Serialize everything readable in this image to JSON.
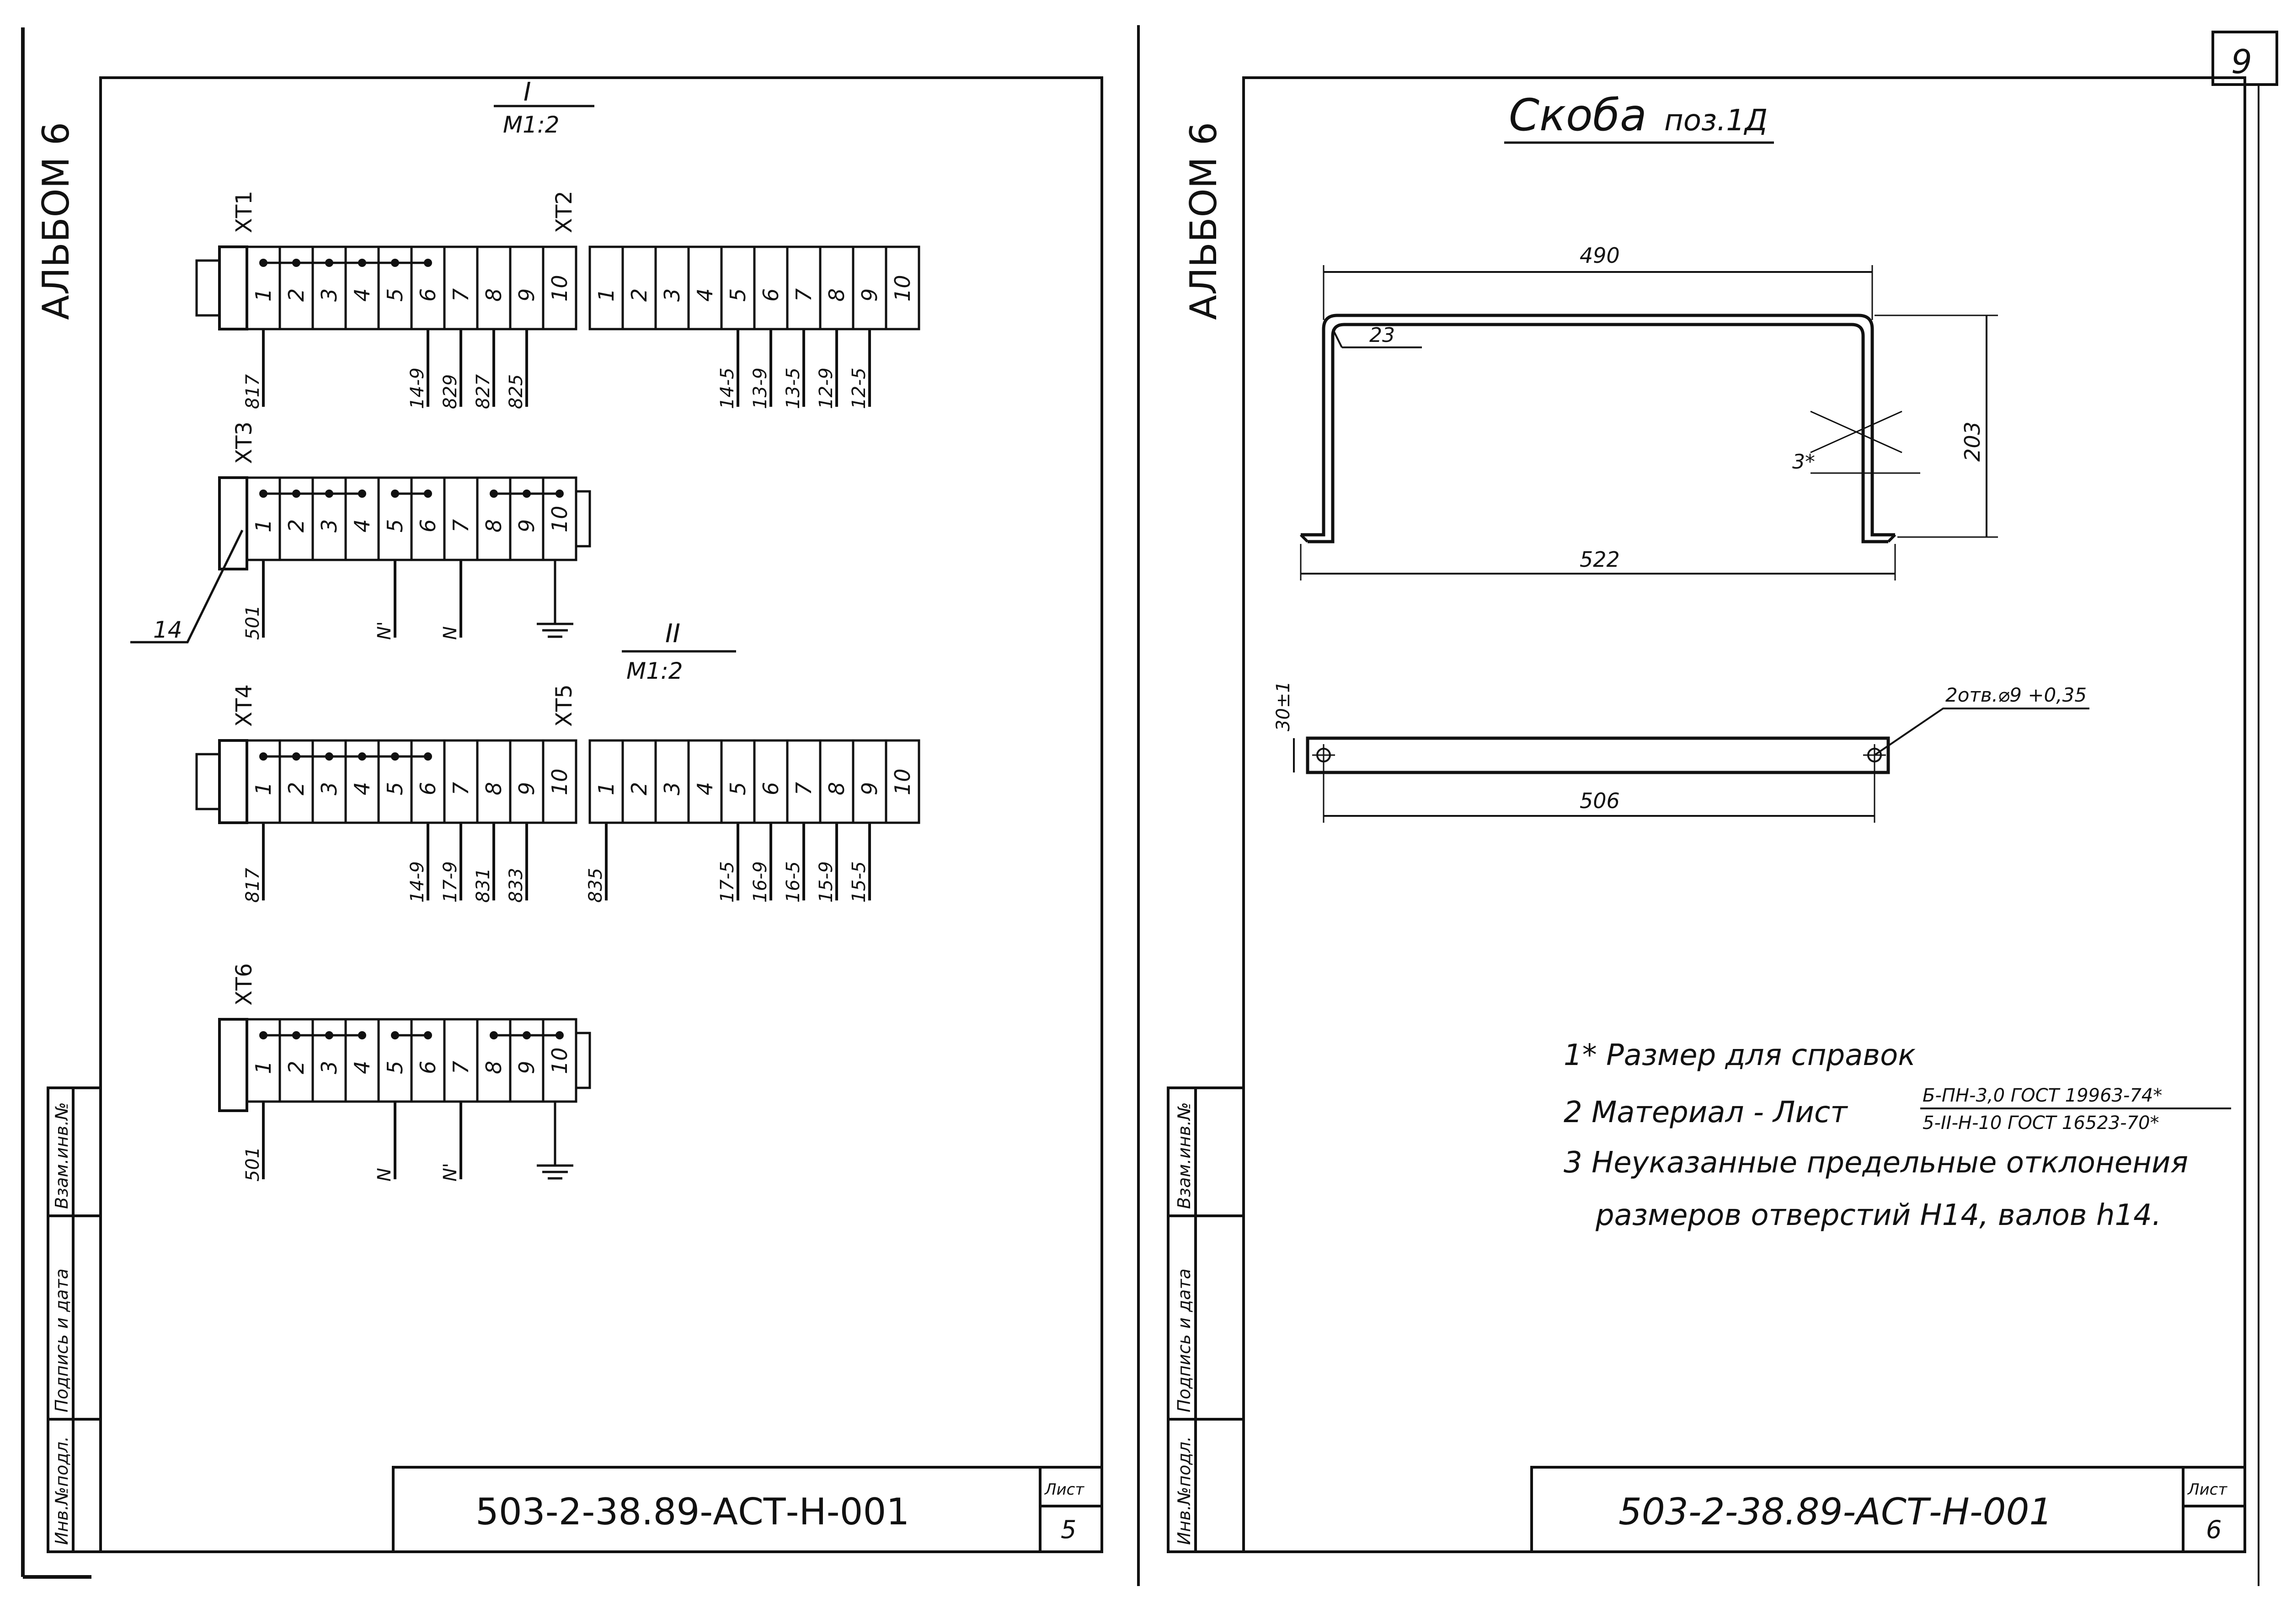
{
  "left_sheet": {
    "album_label": "АЛЬБОМ 6",
    "view_I": {
      "numeral": "I",
      "scale": "М1:2"
    },
    "view_II": {
      "numeral": "II",
      "scale": "М1:2"
    },
    "strips": {
      "xt1": {
        "name": "ХТ1",
        "cells": [
          "1",
          "2",
          "3",
          "4",
          "5",
          "6",
          "7",
          "8",
          "9",
          "10"
        ],
        "wires": [
          {
            "cell": 1,
            "label": "817"
          },
          {
            "cell": 6,
            "label": "14-9"
          },
          {
            "cell": 7,
            "label": "829"
          },
          {
            "cell": 8,
            "label": "827"
          },
          {
            "cell": 9,
            "label": "825"
          }
        ]
      },
      "xt2": {
        "name": "ХТ2",
        "cells": [
          "1",
          "2",
          "3",
          "4",
          "5",
          "6",
          "7",
          "8",
          "9",
          "10"
        ],
        "wires": [
          {
            "cell": 5,
            "label": "14-5"
          },
          {
            "cell": 6,
            "label": "13-9"
          },
          {
            "cell": 7,
            "label": "13-5"
          },
          {
            "cell": 8,
            "label": "12-9"
          },
          {
            "cell": 9,
            "label": "12-5"
          }
        ]
      },
      "xt3": {
        "name": "ХТ3",
        "cells": [
          "1",
          "2",
          "3",
          "4",
          "5",
          "6",
          "7",
          "8",
          "9",
          "10"
        ],
        "wires": [
          {
            "cell": 1,
            "label": "501"
          },
          {
            "cell": 5,
            "label": "N'"
          },
          {
            "cell": 7,
            "label": "N"
          }
        ],
        "callout": "14"
      },
      "xt4": {
        "name": "ХТ4",
        "cells": [
          "1",
          "2",
          "3",
          "4",
          "5",
          "6",
          "7",
          "8",
          "9",
          "10"
        ],
        "wires": [
          {
            "cell": 1,
            "label": "817"
          },
          {
            "cell": 6,
            "label": "14-9"
          },
          {
            "cell": 7,
            "label": "17-9"
          },
          {
            "cell": 8,
            "label": "831"
          },
          {
            "cell": 9,
            "label": "833"
          }
        ]
      },
      "xt5": {
        "name": "ХТ5",
        "cells": [
          "1",
          "2",
          "3",
          "4",
          "5",
          "6",
          "7",
          "8",
          "9",
          "10"
        ],
        "wires": [
          {
            "cell": 1,
            "label": "835"
          },
          {
            "cell": 5,
            "label": "17-5"
          },
          {
            "cell": 6,
            "label": "16-9"
          },
          {
            "cell": 7,
            "label": "16-5"
          },
          {
            "cell": 8,
            "label": "15-9"
          },
          {
            "cell": 9,
            "label": "15-5"
          }
        ]
      },
      "xt6": {
        "name": "ХТ6",
        "cells": [
          "1",
          "2",
          "3",
          "4",
          "5",
          "6",
          "7",
          "8",
          "9",
          "10"
        ],
        "wires": [
          {
            "cell": 1,
            "label": "501"
          },
          {
            "cell": 5,
            "label": "N"
          },
          {
            "cell": 7,
            "label": "N'"
          }
        ]
      }
    },
    "side_stamp": [
      "Инв.№подл.",
      "Подпись и дата",
      "Взам.инв.№"
    ],
    "title_block": {
      "code": "503-2-38.89-АСТ-Н-001",
      "sheet_label": "Лист",
      "sheet_number": "5"
    }
  },
  "right_sheet": {
    "page_corner_number": "9",
    "album_label": "АЛЬБОМ 6",
    "title": {
      "main": "Скоба",
      "pos": "поз.1Д"
    },
    "dims": {
      "top_length": "490",
      "bend_radius": "23",
      "height": "203",
      "thickness": "3*",
      "bottom_length": "522",
      "strip_width": "30±1",
      "holes": "2отв.⌀9 +0,35",
      "hole_spacing": "506"
    },
    "notes": {
      "n1": "1* Размер для справок",
      "n2_prefix": "2  Материал - Лист",
      "n2_numerator": "Б-ПН-3,0 ГОСТ 19963-74*",
      "n2_denominator": "5-II-Н-10 ГОСТ 16523-70*",
      "n3_line1": "3  Неуказанные предельные отклонения",
      "n3_line2": "размеров отверстий Н14, валов h14."
    },
    "side_stamp": [
      "Инв.№подл.",
      "Подпись и дата",
      "Взам.инв.№"
    ],
    "title_block": {
      "code": "503-2-38.89-АСТ-Н-001",
      "sheet_label": "Лист",
      "sheet_number": "6"
    }
  }
}
